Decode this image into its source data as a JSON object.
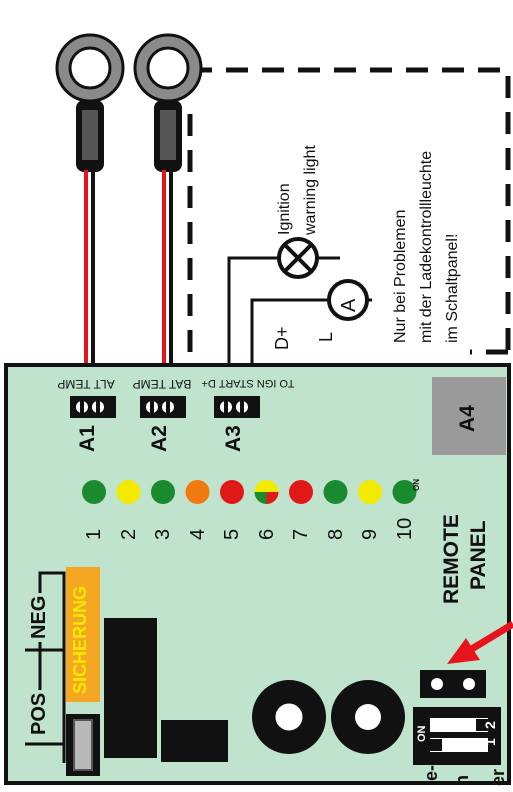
{
  "terminals": {
    "a1": {
      "code": "A1",
      "caption": "ALT TEMP"
    },
    "a2": {
      "code": "A2",
      "caption": "BAT TEMP"
    },
    "a3": {
      "code": "A3",
      "caption": "TO IGN START D+"
    },
    "a4": {
      "code": "A4"
    }
  },
  "leds": {
    "numbers": [
      "1",
      "2",
      "3",
      "4",
      "5",
      "6",
      "7",
      "8",
      "9",
      "10"
    ],
    "colors": [
      "#1a8a2e",
      "#f2ea00",
      "#1a8a2e",
      "#f07a10",
      "#e01818",
      "mixed",
      "#e01818",
      "#1a8a2e",
      "#f2ea00",
      "#1a8a2e"
    ],
    "on_mark": "ON"
  },
  "remote_panel": {
    "line1": "REMOTE",
    "line2": "PANEL"
  },
  "fuse_box": {
    "neg": "NEG",
    "pos": "POS",
    "fuse": "SICHERUNG"
  },
  "dip_switch": {
    "on": "ON",
    "one": "1",
    "two": "2"
  },
  "external": {
    "ignition_line1": "Ignition",
    "ignition_line2": "warning light",
    "d_plus": "D+",
    "l": "L",
    "ammeter_symbol": "A",
    "note_line1": "Nur bei Problemen",
    "note_line2": "mit der Ladekontrollleuchte",
    "note_line3": "im Schaltpanel!"
  },
  "cut_text": {
    "t1": "ie-",
    "t2": "n",
    "t3": "er"
  },
  "colors": {
    "board": "#bfe3cc",
    "wire_red": "#e8141c",
    "arrow": "#e8141c",
    "a4_box": "#9a9a9a",
    "sicherung_bg": "#f5a623"
  }
}
